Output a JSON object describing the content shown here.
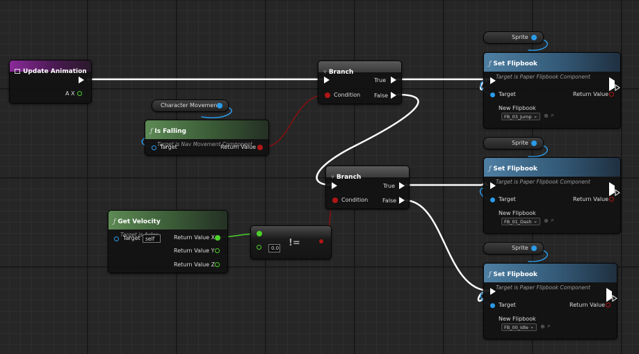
{
  "update_animation": {
    "title": "Update Animation",
    "ax_label": "A X"
  },
  "branch_top": {
    "title": "Branch",
    "true_label": "True",
    "false_label": "False",
    "condition_label": "Condition"
  },
  "branch_mid": {
    "title": "Branch",
    "true_label": "True",
    "false_label": "False",
    "condition_label": "Condition"
  },
  "character_movement": {
    "label": "Character Movement"
  },
  "is_falling": {
    "title": "Is Falling",
    "subtitle": "Target is Nav Movement Component",
    "target_label": "Target",
    "return_label": "Return Value"
  },
  "get_velocity": {
    "title": "Get Velocity",
    "subtitle": "Target is Actor",
    "target_label": "Target",
    "self_value": "self",
    "rx": "Return Value X",
    "ry": "Return Value Y",
    "rz": "Return Value Z"
  },
  "not_equal": {
    "symbol": "!=",
    "value": "0.0"
  },
  "sprite_vars": [
    {
      "label": "Sprite"
    },
    {
      "label": "Sprite"
    },
    {
      "label": "Sprite"
    }
  ],
  "set_flipbooks": [
    {
      "title": "Set Flipbook",
      "subtitle": "Target is Paper Flipbook Component",
      "target_label": "Target",
      "return_label": "Return Value",
      "nf_label": "New Flipbook",
      "flipbook": "FB_03_Jump"
    },
    {
      "title": "Set Flipbook",
      "subtitle": "Target is Paper Flipbook Component",
      "target_label": "Target",
      "return_label": "Return Value",
      "nf_label": "New Flipbook",
      "flipbook": "FB_01_Dash"
    },
    {
      "title": "Set Flipbook",
      "subtitle": "Target is Paper Flipbook Component",
      "target_label": "Target",
      "return_label": "Return Value",
      "nf_label": "New Flipbook",
      "flipbook": "FB_00_Idle"
    }
  ],
  "icons": {
    "function": "function-icon",
    "branch": "branch-icon",
    "event": "event-icon",
    "browse": "browse-icon",
    "search": "search-icon",
    "dropdown": "chevron-down-icon"
  },
  "colors": {
    "exec": "#ffffff",
    "object_pin": "#2b9be8",
    "bool_pin": "#b01616",
    "float_pin": "#4dd12a",
    "event_header": "#8a2a9a",
    "pure_header": "#5d8a55",
    "call_header": "#4e7fa3"
  }
}
